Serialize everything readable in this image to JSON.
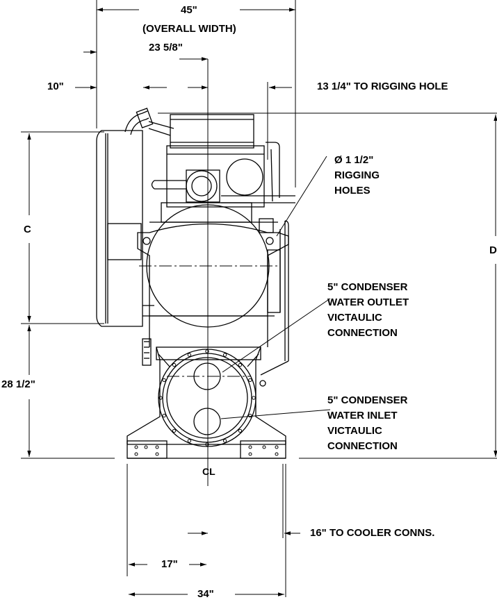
{
  "dimensions": {
    "overall_width_value": "45\"",
    "overall_width_caption": "(OVERALL WIDTH)",
    "half_width": "23 5/8\"",
    "left_offset": "10\"",
    "rigging_hole_offset": "13 1/4\" TO RIGGING HOLE",
    "height_c": "C",
    "height_d": "D",
    "base_height": "28 1/2\"",
    "cooler_conns": "16\" TO COOLER CONNS.",
    "half_base": "17\"",
    "base_width": "34\"",
    "centerline": "CL"
  },
  "callouts": {
    "rigging_holes": [
      "Ø 1 1/2\"",
      "RIGGING",
      "HOLES"
    ],
    "condenser_outlet": [
      "5\" CONDENSER",
      "WATER OUTLET",
      "VICTAULIC",
      "CONNECTION"
    ],
    "condenser_inlet": [
      "5\" CONDENSER",
      "WATER INLET",
      "VICTAULIC",
      "CONNECTION"
    ]
  }
}
